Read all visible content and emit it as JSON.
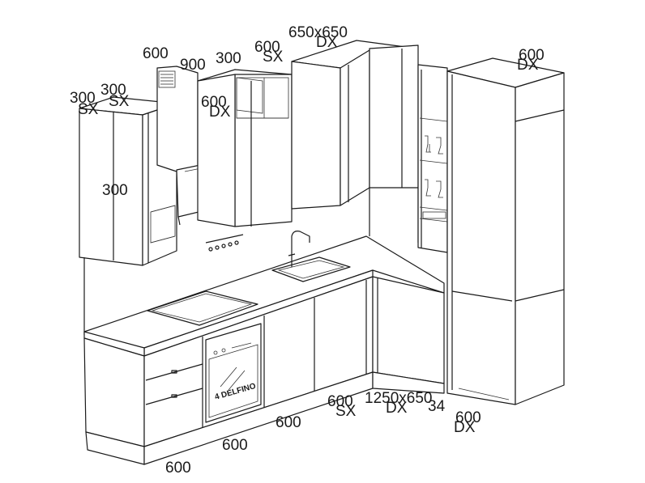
{
  "labels": {
    "top_left_w1": "300",
    "top_left_w1_side": "SX",
    "top_left_w2": "300",
    "top_left_w2_side": "SX",
    "hood_w": "600",
    "hood_d": "900",
    "open_shelf_w": "300",
    "wall_cab_w": "600",
    "wall_cab_side": "SX",
    "wall_cab_lower_w": "600",
    "wall_cab_lower_side": "DX",
    "corner_wall": "650x650",
    "corner_wall_side": "DX",
    "tall_w": "600",
    "tall_side": "DX",
    "side_panel_h": "300",
    "base_w1": "600",
    "base_w1_side": "SX",
    "corner_base": "1250x650",
    "corner_base_side": "DX",
    "filler": "34",
    "tall_base_w": "600",
    "tall_base_side": "DX",
    "dish_base_w": "600",
    "oven_base_w": "600",
    "drawer_base_w": "600",
    "oven_logo": "4 DELFINO"
  }
}
